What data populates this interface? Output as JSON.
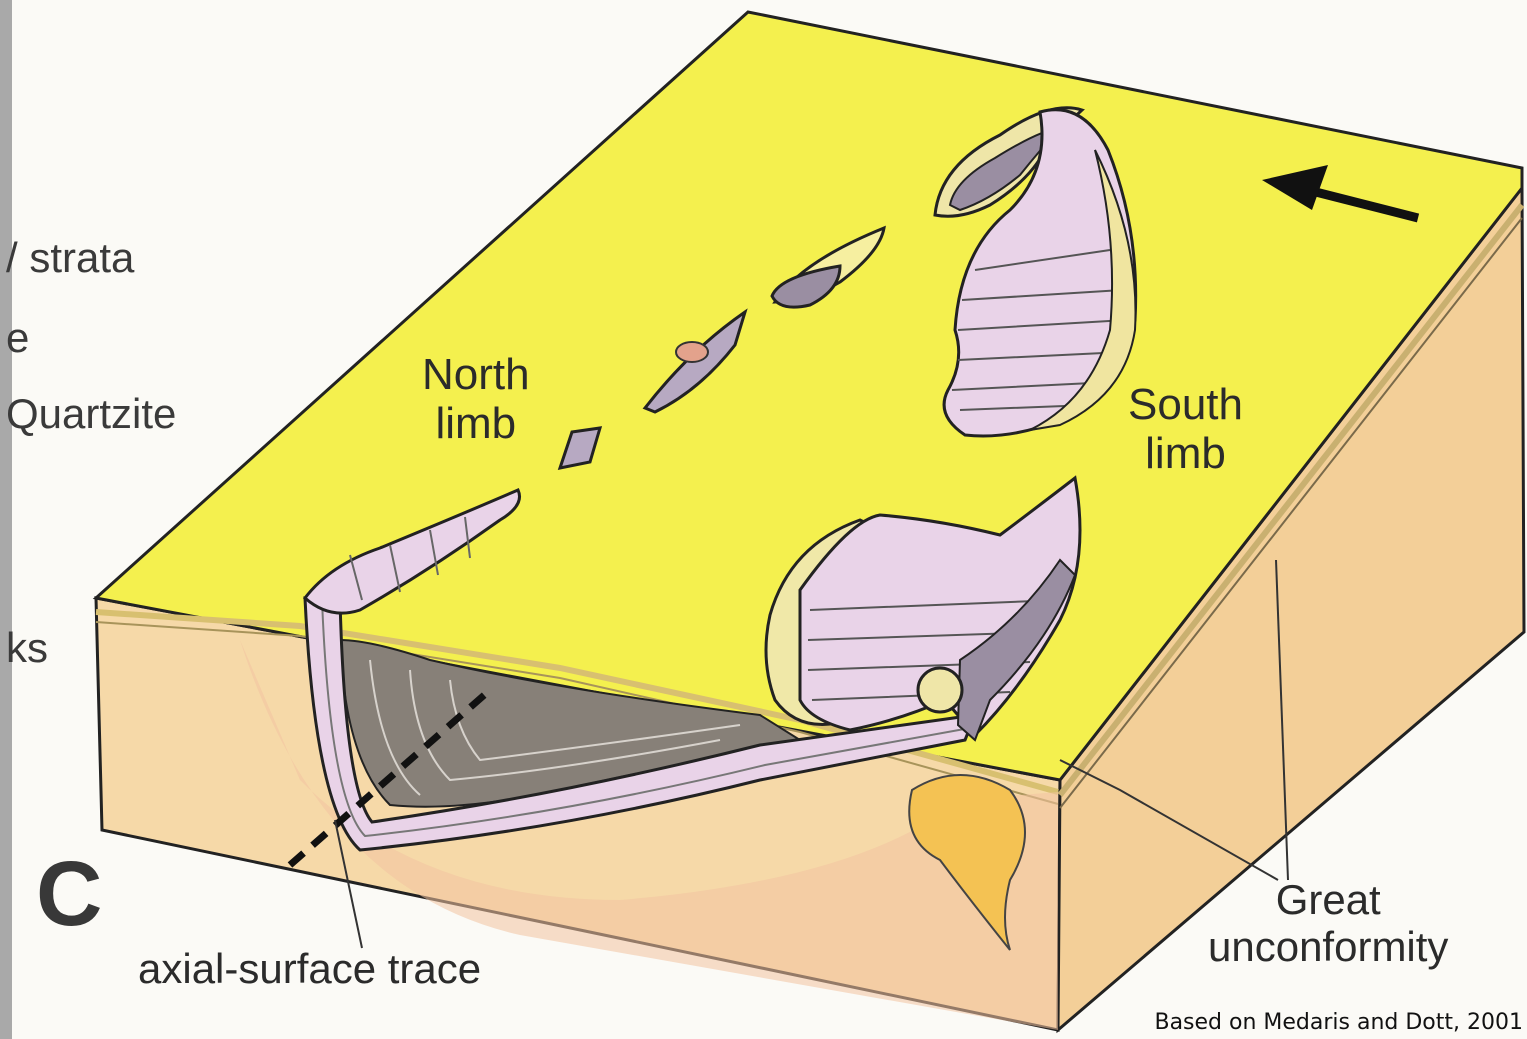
{
  "legend": {
    "item1": "/ strata",
    "item2": "e",
    "item3": "Quartzite",
    "item4": "ks"
  },
  "labels": {
    "north_limb": "North\nlimb",
    "south_limb": "South\nlimb",
    "axial_trace": "axial-surface trace",
    "great_unconformity": "Great\nunconformity",
    "panel_letter": "C"
  },
  "credit": "Based on Medaris and Dott, 2001",
  "colors": {
    "surface": "#f4f04e",
    "side": "#f6d9a8",
    "quartzite": "#e9d3e8",
    "dark_core": "#878078",
    "orange_core": "#f4c253"
  }
}
